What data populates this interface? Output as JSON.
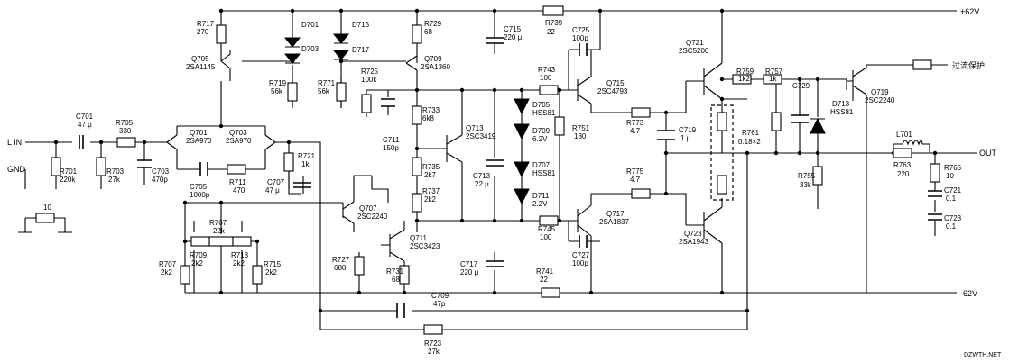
{
  "rails": {
    "pos": "+62V",
    "neg": "-62V"
  },
  "io": {
    "in": "L IN",
    "gnd": "GND",
    "out": "OUT",
    "protect": "过流保护"
  },
  "watermark": "DZWTH.NET",
  "components": {
    "R717": {
      "ref": "R717",
      "val": "270"
    },
    "R729": {
      "ref": "R729",
      "val": "68"
    },
    "C715": {
      "ref": "C715",
      "val": "220 μ"
    },
    "R739": {
      "ref": "R739",
      "val": "22"
    },
    "C725": {
      "ref": "C725",
      "val": "100p"
    },
    "R743": {
      "ref": "R743",
      "val": "100"
    },
    "Q715": {
      "ref": "Q715",
      "val": "2SC4793"
    },
    "Q721": {
      "ref": "Q721",
      "val": "2SC5200"
    },
    "R759": {
      "ref": "R759",
      "val": "1k2"
    },
    "R757": {
      "ref": "R757",
      "val": "1k"
    },
    "C729": {
      "ref": "C729",
      "val": ""
    },
    "Q719": {
      "ref": "Q719",
      "val": "2SC2240"
    },
    "D713": {
      "ref": "D713",
      "val": "HSS81"
    },
    "R755": {
      "ref": "R755",
      "val": "33k"
    },
    "L701": {
      "ref": "L701",
      "val": ""
    },
    "R763": {
      "ref": "R763",
      "val": "220"
    },
    "R765": {
      "ref": "R765",
      "val": "10"
    },
    "C721": {
      "ref": "C721",
      "val": "0.1"
    },
    "C723": {
      "ref": "C723",
      "val": "0.1"
    },
    "D701": {
      "ref": "D701",
      "val": ""
    },
    "D703": {
      "ref": "D703",
      "val": ""
    },
    "D715": {
      "ref": "D715",
      "val": ""
    },
    "D717": {
      "ref": "D717",
      "val": ""
    },
    "Q705": {
      "ref": "Q705",
      "val": "2SA1145"
    },
    "Q709": {
      "ref": "Q709",
      "val": "2SA1360"
    },
    "R719": {
      "ref": "R719",
      "val": "56k"
    },
    "R771": {
      "ref": "R771",
      "val": "56k"
    },
    "R725": {
      "ref": "R725",
      "val": "100k"
    },
    "R733": {
      "ref": "R733",
      "val": "6k8"
    },
    "D705": {
      "ref": "D705",
      "val": "HSS81"
    },
    "D709": {
      "ref": "D709",
      "val": "6.2V"
    },
    "R751": {
      "ref": "R751",
      "val": "180"
    },
    "R773": {
      "ref": "R773",
      "val": "4.7"
    },
    "C719": {
      "ref": "C719",
      "val": "1 μ"
    },
    "R761": {
      "ref": "R761",
      "val": "0.18×2"
    },
    "C701": {
      "ref": "C701",
      "val": "47 μ"
    },
    "R705": {
      "ref": "R705",
      "val": "330"
    },
    "Q701": {
      "ref": "Q701",
      "val": "2SA970"
    },
    "Q703": {
      "ref": "Q703",
      "val": "2SA970"
    },
    "R721": {
      "ref": "R721",
      "val": "1k"
    },
    "C711": {
      "ref": "C711",
      "val": "150p"
    },
    "Q713": {
      "ref": "Q713",
      "val": "2SC3419"
    },
    "C713": {
      "ref": "C713",
      "val": "22 μ"
    },
    "D707": {
      "ref": "D707",
      "val": "HSS81"
    },
    "D711": {
      "ref": "D711",
      "val": "2.2V"
    },
    "R775": {
      "ref": "R775",
      "val": "4.7"
    },
    "R701": {
      "ref": "R701",
      "val": "220k"
    },
    "R703": {
      "ref": "R703",
      "val": "27k"
    },
    "C703": {
      "ref": "C703",
      "val": "470p"
    },
    "C705": {
      "ref": "C705",
      "val": "1000p"
    },
    "R711": {
      "ref": "R711",
      "val": "470"
    },
    "C707": {
      "ref": "C707",
      "val": "47 μ"
    },
    "R735": {
      "ref": "R735",
      "val": "2k7"
    },
    "R737": {
      "ref": "R737",
      "val": "2k2"
    },
    "Q707": {
      "ref": "Q707",
      "val": "2SC2240"
    },
    "Q717": {
      "ref": "Q717",
      "val": "2SA1837"
    },
    "R745": {
      "ref": "R745",
      "val": "100"
    },
    "Q723": {
      "ref": "Q723",
      "val": "2SA1943"
    },
    "R10": {
      "ref": "",
      "val": "10"
    },
    "R767": {
      "ref": "R767",
      "val": "22k"
    },
    "R709": {
      "ref": "R709",
      "val": "2k2"
    },
    "R713": {
      "ref": "R713",
      "val": "2k2"
    },
    "R715": {
      "ref": "R715",
      "val": "2k2"
    },
    "R707": {
      "ref": "R707",
      "val": "2k2"
    },
    "R727": {
      "ref": "R727",
      "val": "680"
    },
    "Q711": {
      "ref": "Q711",
      "val": "2SC3423"
    },
    "R731": {
      "ref": "R731",
      "val": "68"
    },
    "C717": {
      "ref": "C717",
      "val": "220 μ"
    },
    "C727": {
      "ref": "C727",
      "val": "100p"
    },
    "R741": {
      "ref": "R741",
      "val": "22"
    },
    "C709": {
      "ref": "C709",
      "val": "47p"
    },
    "R723": {
      "ref": "R723",
      "val": "27k"
    }
  }
}
